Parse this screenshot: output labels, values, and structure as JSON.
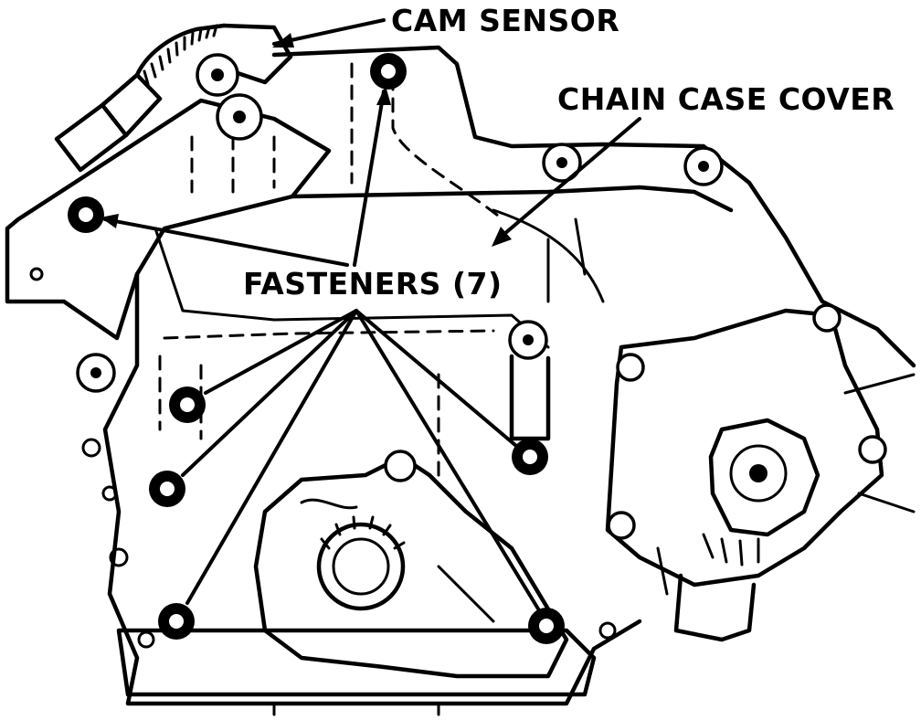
{
  "labels": {
    "cam_sensor": "CAM SENSOR",
    "chain_case_cover": "CHAIN CASE COVER",
    "fasteners": "FASTENERS (7)"
  },
  "colors": {
    "ink": "#000000",
    "paper": "#ffffff"
  },
  "icons": [
    "cam-sensor-icon",
    "bolt-icon",
    "oil-pump-icon",
    "water-pump-icon"
  ]
}
